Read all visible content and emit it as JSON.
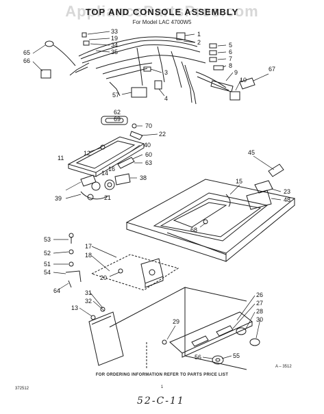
{
  "header": {
    "watermark": "AppliancePartsPros.com",
    "title": "TOP AND CONSOLE ASSEMBLY",
    "subtitle": "For Model LAC 4700W5"
  },
  "footer": {
    "ordering_note": "FOR ORDERING INFORMATION REFER TO PARTS PRICE LIST",
    "figure_id": "A – 3512",
    "doc_code": "372512",
    "page_number": "1",
    "handwritten_note": "52-C-11"
  },
  "callouts": [
    "33",
    "19",
    "34",
    "35",
    "65",
    "66",
    "2",
    "1",
    "5",
    "6",
    "7",
    "8",
    "9",
    "10",
    "67",
    "3",
    "57",
    "4",
    "62",
    "69",
    "70",
    "22",
    "12",
    "40",
    "11",
    "60",
    "63",
    "14",
    "16",
    "38",
    "21",
    "39",
    "45",
    "15",
    "23",
    "48",
    "68",
    "53",
    "52",
    "51",
    "54",
    "64",
    "17",
    "18",
    "20",
    "31",
    "32",
    "13",
    "29",
    "26",
    "27",
    "28",
    "30",
    "56",
    "55"
  ]
}
